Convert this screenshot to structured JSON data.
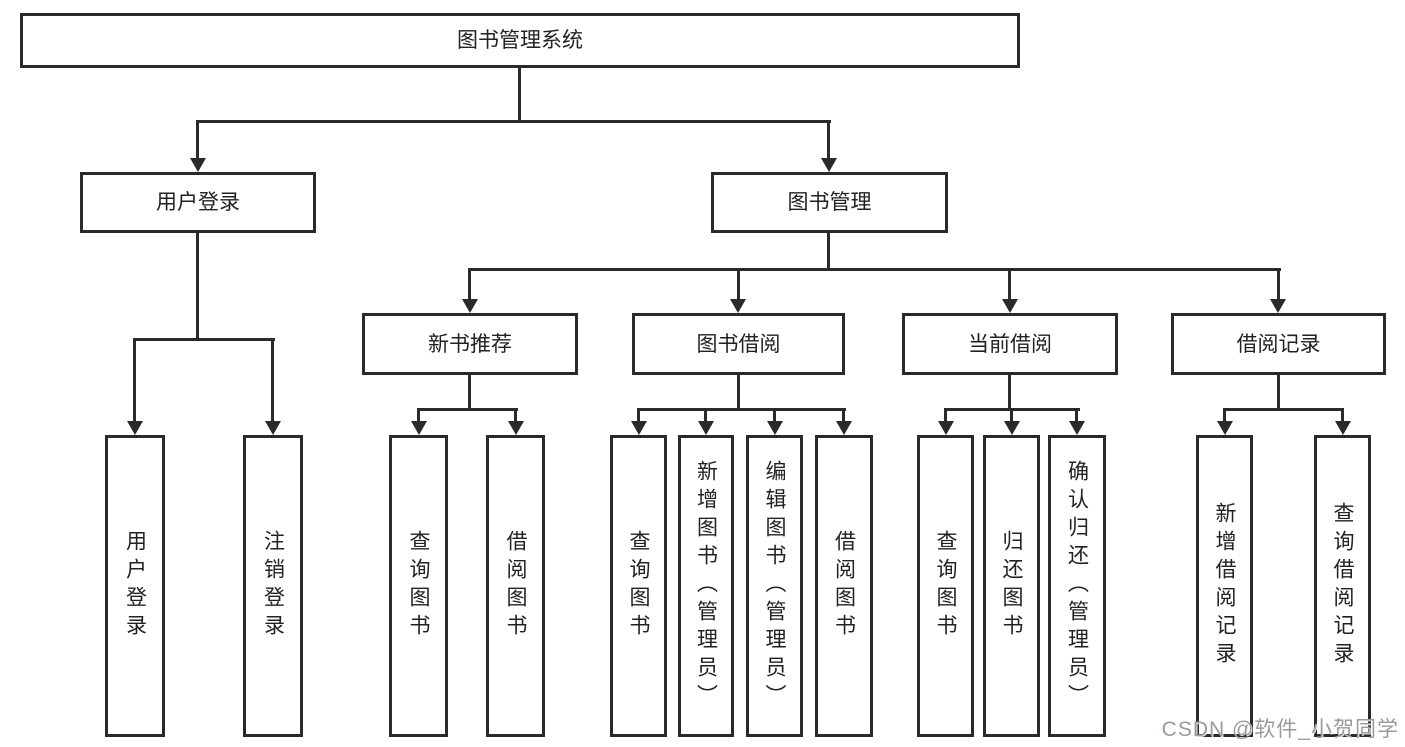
{
  "nodes": {
    "root": "图书管理系统",
    "user_login": "用户登录",
    "book_mgmt": "图书管理",
    "new_book_rec": "新书推荐",
    "book_borrow": "图书借阅",
    "current_borrow": "当前借阅",
    "borrow_records": "借阅记录",
    "ul_user_login": "用户登录",
    "ul_logout": "注销登录",
    "nbr_query_book": "查询图书",
    "nbr_borrow_book": "借阅图书",
    "bb_query_book": "查询图书",
    "bb_add_book": "新增图书（管理员）",
    "bb_edit_book": "编辑图书（管理员）",
    "bb_borrow_book": "借阅图书",
    "cb_query_book": "查询图书",
    "cb_return_book": "归还图书",
    "cb_confirm_return": "确认归还（管理员）",
    "br_add_record": "新增借阅记录",
    "br_query_record": "查询借阅记录"
  },
  "watermark": "CSDN @软件_小贺同学",
  "colors": {
    "line": "#2a2a2a",
    "box_border": "#2a2a2a",
    "box_background": "#ffffff",
    "text": "#222222",
    "watermark": "#9e989a",
    "page_background": "#ffffff"
  }
}
